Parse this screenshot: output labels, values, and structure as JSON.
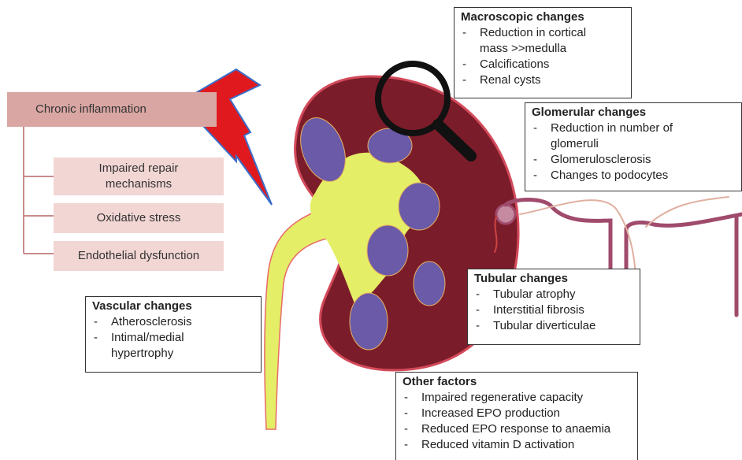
{
  "inflammation": {
    "title": "Chronic inflammation",
    "factors": [
      "Impaired repair mechanisms",
      "Oxidative stress",
      "Endothelial dysfunction"
    ]
  },
  "macroscopic": {
    "title": "Macroscopic changes",
    "items": [
      "Reduction in cortical mass >>medulla",
      "Calcifications",
      "Renal cysts"
    ]
  },
  "glomerular": {
    "title": "Glomerular changes",
    "items": [
      "Reduction in number of glomeruli",
      "Glomerulosclerosis",
      "Changes to podocytes"
    ]
  },
  "tubular": {
    "title": "Tubular changes",
    "items": [
      "Tubular atrophy",
      "Interstitial fibrosis",
      "Tubular diverticulae"
    ]
  },
  "vascular": {
    "title": "Vascular changes",
    "items": [
      "Atherosclerosis",
      "Intimal/medial hypertrophy"
    ]
  },
  "other": {
    "title": "Other factors",
    "items": [
      "Impaired regenerative capacity",
      "Increased EPO production",
      "Reduced EPO response to anaemia",
      "Reduced vitamin D activation"
    ]
  },
  "colors": {
    "cortex": "#7b1c2a",
    "pelvis": "#e4ee66",
    "pyramids": "#6a5aa8",
    "lightning": "#e0191f",
    "nephron": "#a04b6c",
    "pink_box": "#f2d6d4",
    "inflammation_box": "#d9a6a3"
  }
}
